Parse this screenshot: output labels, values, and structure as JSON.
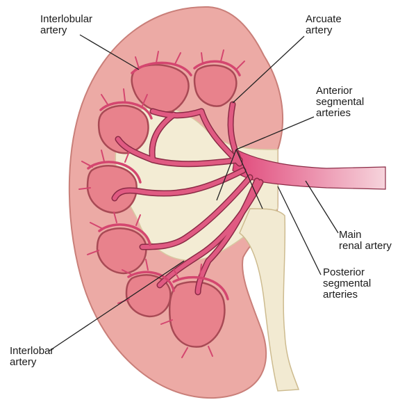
{
  "labels": {
    "interlobular": [
      "Interlobular",
      "artery"
    ],
    "arcuate": [
      "Arcuate",
      "artery"
    ],
    "anterior": [
      "Anterior",
      "segmental",
      "arteries"
    ],
    "main": [
      "Main",
      "renal artery"
    ],
    "posterior": [
      "Posterior",
      "segmental",
      "arteries"
    ],
    "interlobar": [
      "Interlobar",
      "artery"
    ]
  },
  "colors": {
    "cortex": "#ecaaa5",
    "cortex_edge": "#c97f79",
    "pyramid": "#e8828c",
    "pyramid_edge": "#a84a55",
    "artery": "#e05a82",
    "artery_edge": "#8a2a45",
    "sinus": "#f3ecd4",
    "ureter": "#f2ead2",
    "leader": "#222222"
  }
}
